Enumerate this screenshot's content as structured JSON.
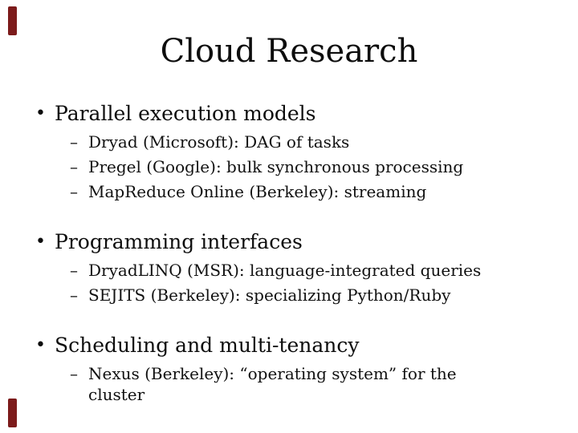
{
  "slide": {
    "title": "Cloud Research",
    "bullet_char": "•",
    "dash_char": "–",
    "colors": {
      "background": "#ffffff",
      "text": "#111111",
      "edge_accent": "#7c1b1b"
    },
    "blocks": [
      {
        "heading": "Parallel execution models",
        "items": [
          {
            "text": "Dryad (Microsoft): DAG of tasks"
          },
          {
            "text": "Pregel (Google): bulk synchronous processing"
          },
          {
            "text": "MapReduce Online (Berkeley): streaming"
          }
        ]
      },
      {
        "heading": "Programming interfaces",
        "items": [
          {
            "text": "DryadLINQ (MSR): language-integrated queries"
          },
          {
            "text": "SEJITS (Berkeley): specializing Python/Ruby"
          }
        ]
      },
      {
        "heading": "Scheduling and multi-tenancy",
        "items": [
          {
            "text": "Nexus (Berkeley): “operating system” for the",
            "text2": "cluster"
          }
        ]
      }
    ]
  }
}
